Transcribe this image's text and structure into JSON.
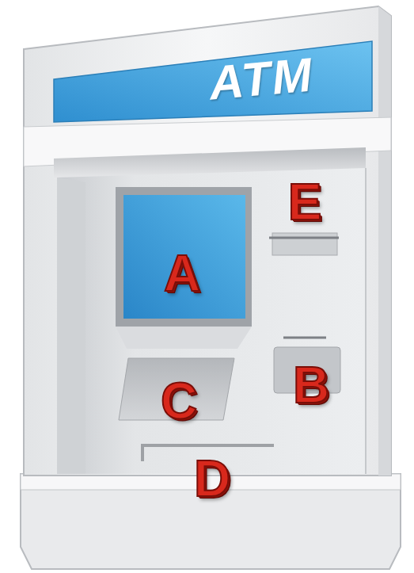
{
  "diagram": {
    "labels": [
      "ATM",
      "E",
      "A",
      "B",
      "C",
      "D"
    ]
  }
}
